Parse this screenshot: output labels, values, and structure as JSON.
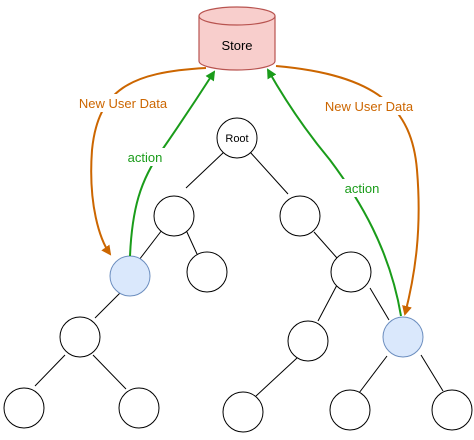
{
  "store": {
    "label": "Store",
    "fill": "#f8cecc",
    "stroke": "#b85450"
  },
  "root": {
    "label": "Root"
  },
  "left_flow": {
    "down_label": "New User Data",
    "up_label": "action"
  },
  "right_flow": {
    "down_label": "New User Data",
    "up_label": "action"
  },
  "colors": {
    "data_arrow": "#cc6600",
    "action_arrow": "#1a9c1a",
    "node_stroke": "#000000",
    "node_fill": "#ffffff",
    "connected_node_fill": "#dae8fc",
    "connected_node_stroke": "#6c8ebf",
    "data_label_text": "#cc6600",
    "action_label_text": "#1a9c1a"
  }
}
